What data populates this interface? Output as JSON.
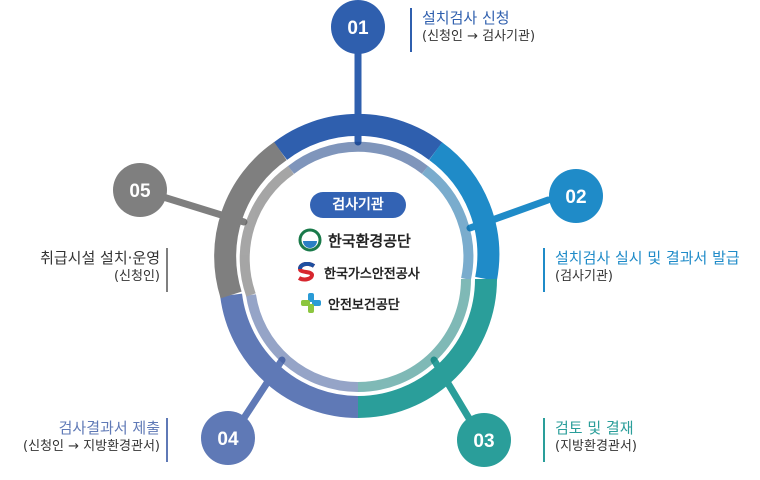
{
  "center": {
    "title": "검사기관",
    "orgs": [
      "한국환경공단",
      "한국가스안전공사",
      "안전보건공단"
    ]
  },
  "steps": [
    {
      "num": "01",
      "title": "설치검사 신청",
      "sub": "(신청인 → 검사기관)",
      "color": "#2f5fae"
    },
    {
      "num": "02",
      "title": "설치검사 실시 및 결과서 발급",
      "sub": "(검사기관)",
      "color": "#1f8bc8"
    },
    {
      "num": "03",
      "title": "검토 및 결재",
      "sub": "(지방환경관서)",
      "color": "#2a9e9a"
    },
    {
      "num": "04",
      "title": "검사결과서 제출",
      "sub": "(신청인 → 지방환경관서)",
      "color": "#5f79b6"
    },
    {
      "num": "05",
      "title": "취급시설 설치·운영",
      "sub": "(신청인)",
      "color": "#7f7f7f"
    }
  ]
}
